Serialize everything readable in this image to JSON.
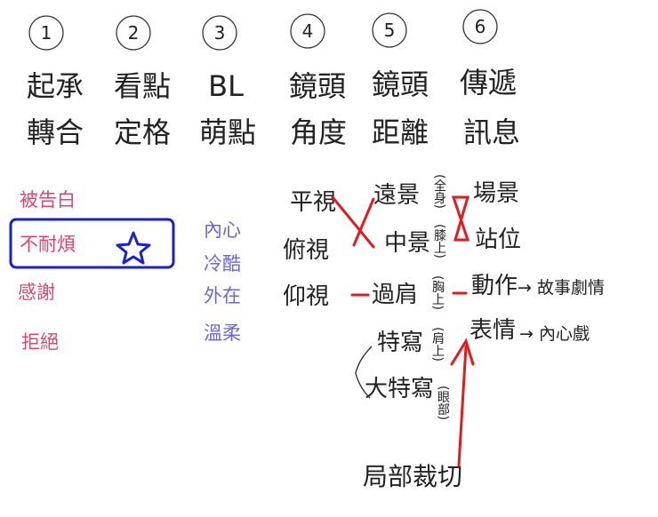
{
  "colors": {
    "ink": "#222222",
    "pink": "#e0456e",
    "blue": "#1a1fd6",
    "purple": "#6b67d8",
    "red": "#e31b1b"
  },
  "columns": [
    {
      "number": "1",
      "line1": "起承",
      "line2": "轉合"
    },
    {
      "number": "2",
      "line1": "看點",
      "line2": "定格"
    },
    {
      "number": "3",
      "line1": "BL",
      "line2": "萌點"
    },
    {
      "number": "4",
      "line1": "鏡頭",
      "line2": "角度"
    },
    {
      "number": "5",
      "line1": "鏡頭",
      "line2": "距離"
    },
    {
      "number": "6",
      "line1": "傳遞",
      "line2": "訊息"
    }
  ],
  "pink_list": [
    "被告白",
    "不耐煩",
    "感謝",
    "拒絕"
  ],
  "purple_list": [
    "內心",
    "冷酷",
    "外在",
    "溫柔"
  ],
  "angles": [
    "平視",
    "俯視",
    "仰視"
  ],
  "distances": [
    "遠景",
    "中景",
    "過肩",
    "特寫",
    "大特寫"
  ],
  "bracket_notes": [
    "(全身)",
    "(膝上)",
    "(胸上)",
    "(肩上)",
    "(眼部)"
  ],
  "messages": [
    "場景",
    "站位",
    "動作",
    "表情"
  ],
  "details": [
    "故事劇情",
    "內心戲"
  ],
  "arrow_glyph": "→",
  "closeup_label": "局部裁切"
}
